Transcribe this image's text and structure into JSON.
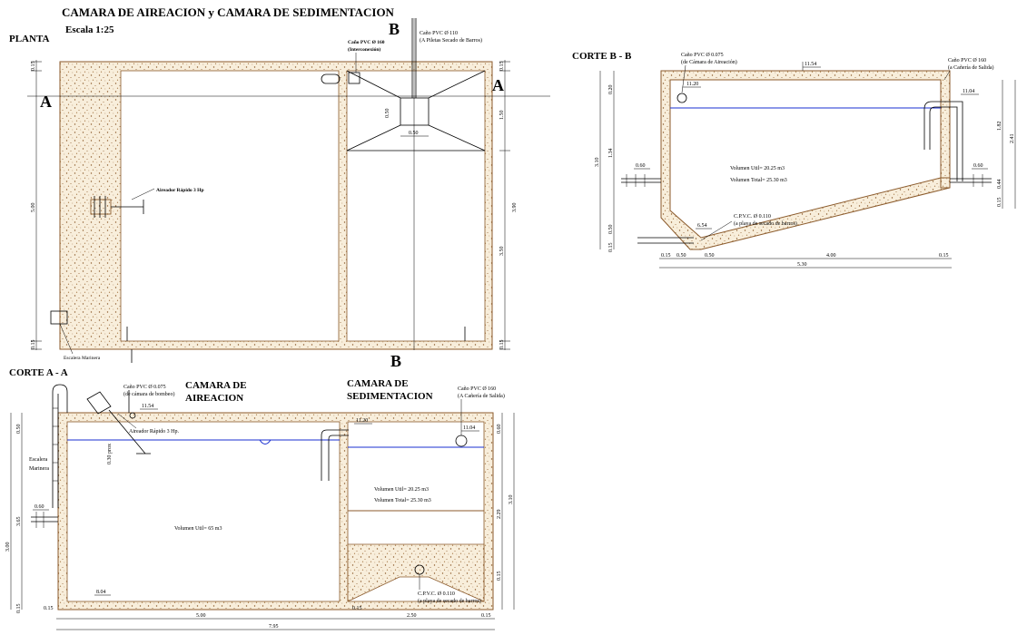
{
  "title": "CAMARA DE AIREACION  y  CAMARA DE SEDIMENTACION",
  "scale": "Escala 1:25",
  "planta": {
    "label": "PLANTA",
    "section_a": "A",
    "section_b": "B",
    "pipe_110": "Caño PVC Ø 110",
    "pipe_110_note": "(A Piletas Secado de Barros)",
    "pipe_160": "Caño PVC Ø 160",
    "pipe_160_note": "(Interconexión)",
    "aerator": "Aireador Rápido 3 Hp",
    "ladder": "Escalera Marinera",
    "dims": {
      "left_total": "5.00",
      "left_top": "0.15",
      "left_bottom": "0.15",
      "right_top": "0.15",
      "right_mid": "1.50",
      "right_total": "3.90",
      "right_low": "3.50",
      "right_bottom": "0.15",
      "hopper_h": "0.50",
      "hopper_w": "0.50"
    }
  },
  "corte_bb": {
    "label": "CORTE B - B",
    "pipe_075": "Caño PVC Ø 0.075",
    "pipe_075_note": "(de Cámara de Aireación)",
    "pipe_160": "Caño PVC Ø 160",
    "pipe_160_note": "(a Cañería de Salida)",
    "level_top": "11.54",
    "level_in": "11.20",
    "level_out": "11.04",
    "level_bottom": "6.54",
    "vol_util": "Volumen Util= 20.25 m3",
    "vol_total": "Volumen Total= 25.30 m3",
    "cpvc": "C.P.V.C. Ø 0.110",
    "cpvc_note": "(a playa de secado de barros)",
    "dims": {
      "left_020": "0.20",
      "left_134": "1.34",
      "left_310": "3.10",
      "left_050": "0.50",
      "left_015": "0.15",
      "h060a": "0.60",
      "h060b": "0.60",
      "right_182": "1.82",
      "right_241": "2.41",
      "right_044": "0.44",
      "right_015": "0.15",
      "b015a": "0.15",
      "b050a": "0.50",
      "b050b": "0.50",
      "b400": "4.00",
      "b015b": "0.15",
      "b530": "5.30"
    }
  },
  "corte_aa": {
    "label": "CORTE A - A",
    "aeration_l1": "CAMARA DE",
    "aeration_l2": "AIREACION",
    "sed_l1": "CAMARA DE",
    "sed_l2": "SEDIMENTACION",
    "pipe_075": "Caño PVC Ø 0.075",
    "pipe_075_note": "(de cámara de bombeo)",
    "pipe_160": "Caño PVC Ø 160",
    "pipe_160_note": "(A Cañería de Salida)",
    "aerator": "Aireador Rápido 3 Hp.",
    "ladder_l1": "Escalera",
    "ladder_l2": "Marinera",
    "level_top": "11.54",
    "level_in": "11.20",
    "level_out": "11.04",
    "level_floor": "8.04",
    "submerge": "0.30 prox",
    "vol_aer": "Volumen Util= 65 m3",
    "vol_util": "Volumen Util= 20.25 m3",
    "vol_total": "Volumen Total= 25.30 m3",
    "cpvc": "C.P.V.C. Ø 0.110",
    "cpvc_note": "(a playa de secado de barros)",
    "dims": {
      "left_050": "0.50",
      "left_365": "3.65",
      "left_300": "3.00",
      "left_015": "0.15",
      "h060": "0.60",
      "right_060": "0.60",
      "right_310": "3.10",
      "right_229": "2.29",
      "right_015": "0.15",
      "b015a": "0.15",
      "b500": "5.00",
      "b015b": "0.15",
      "b250": "2.50",
      "b015c": "0.15",
      "b795": "7.95"
    }
  }
}
